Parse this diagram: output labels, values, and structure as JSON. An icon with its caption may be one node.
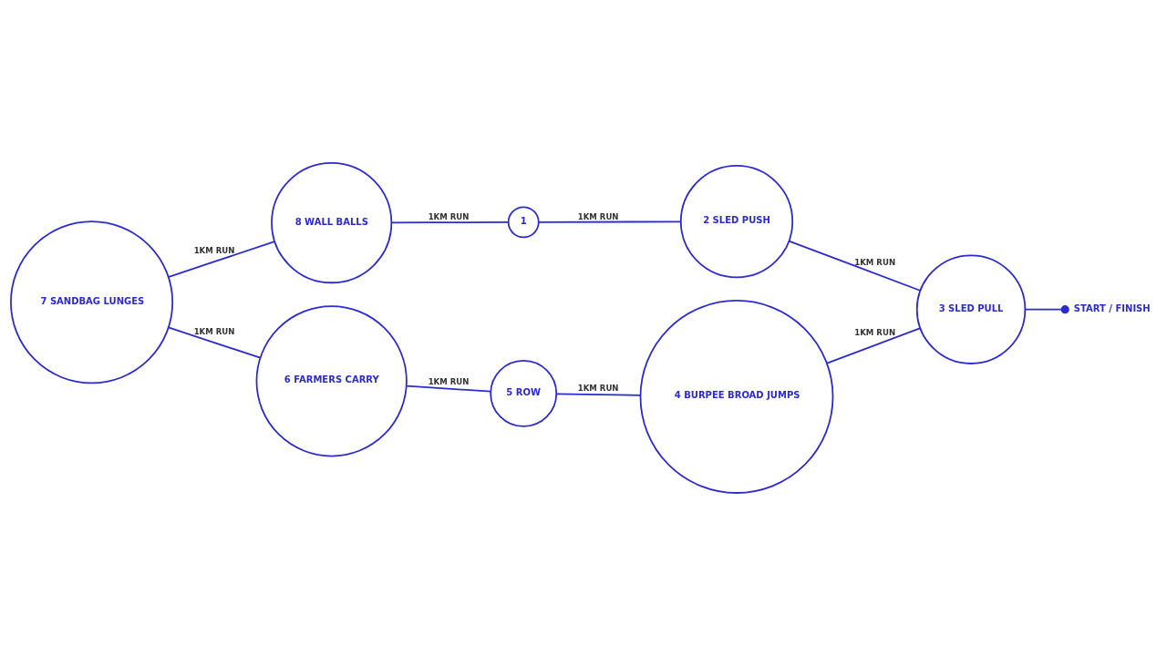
{
  "diagram": {
    "nodes": [
      {
        "text": [
          "1"
        ]
      },
      {
        "text": [
          "2 SLED PUSH"
        ]
      },
      {
        "text": [
          "3 SLED PULL"
        ]
      },
      {
        "text": [
          "4 BURPEE BROAD JUMPS"
        ]
      },
      {
        "text": [
          "5 ROW"
        ]
      },
      {
        "text": [
          "6 FARMERS CARRY"
        ]
      },
      {
        "text": [
          "7 SANDBAG LUNGES"
        ]
      },
      {
        "text": [
          "8 WALL BALLS"
        ]
      },
      {
        "text": [
          "START / FINISH"
        ]
      }
    ],
    "edges": [
      {
        "from": 0,
        "to": 1,
        "arrow": "none",
        "label": "1KM RUN"
      },
      {
        "from": 1,
        "to": 2,
        "arrow": "none",
        "label": "1KM RUN"
      },
      {
        "from": 3,
        "to": 2,
        "arrow": "none",
        "label": "1KM RUN"
      },
      {
        "from": 4,
        "to": 3,
        "arrow": "none",
        "label": "1KM RUN"
      },
      {
        "from": 5,
        "to": 4,
        "arrow": "none",
        "label": "1KM RUN"
      },
      {
        "from": 6,
        "to": 5,
        "arrow": "none",
        "label": "1KM RUN"
      },
      {
        "from": 6,
        "to": 7,
        "arrow": "none",
        "label": "1KM RUN"
      },
      {
        "from": 7,
        "to": 0,
        "arrow": "none",
        "label": "1KM RUN"
      },
      {
        "from": 2,
        "to": 8,
        "arrow": "other"
      }
    ]
  }
}
